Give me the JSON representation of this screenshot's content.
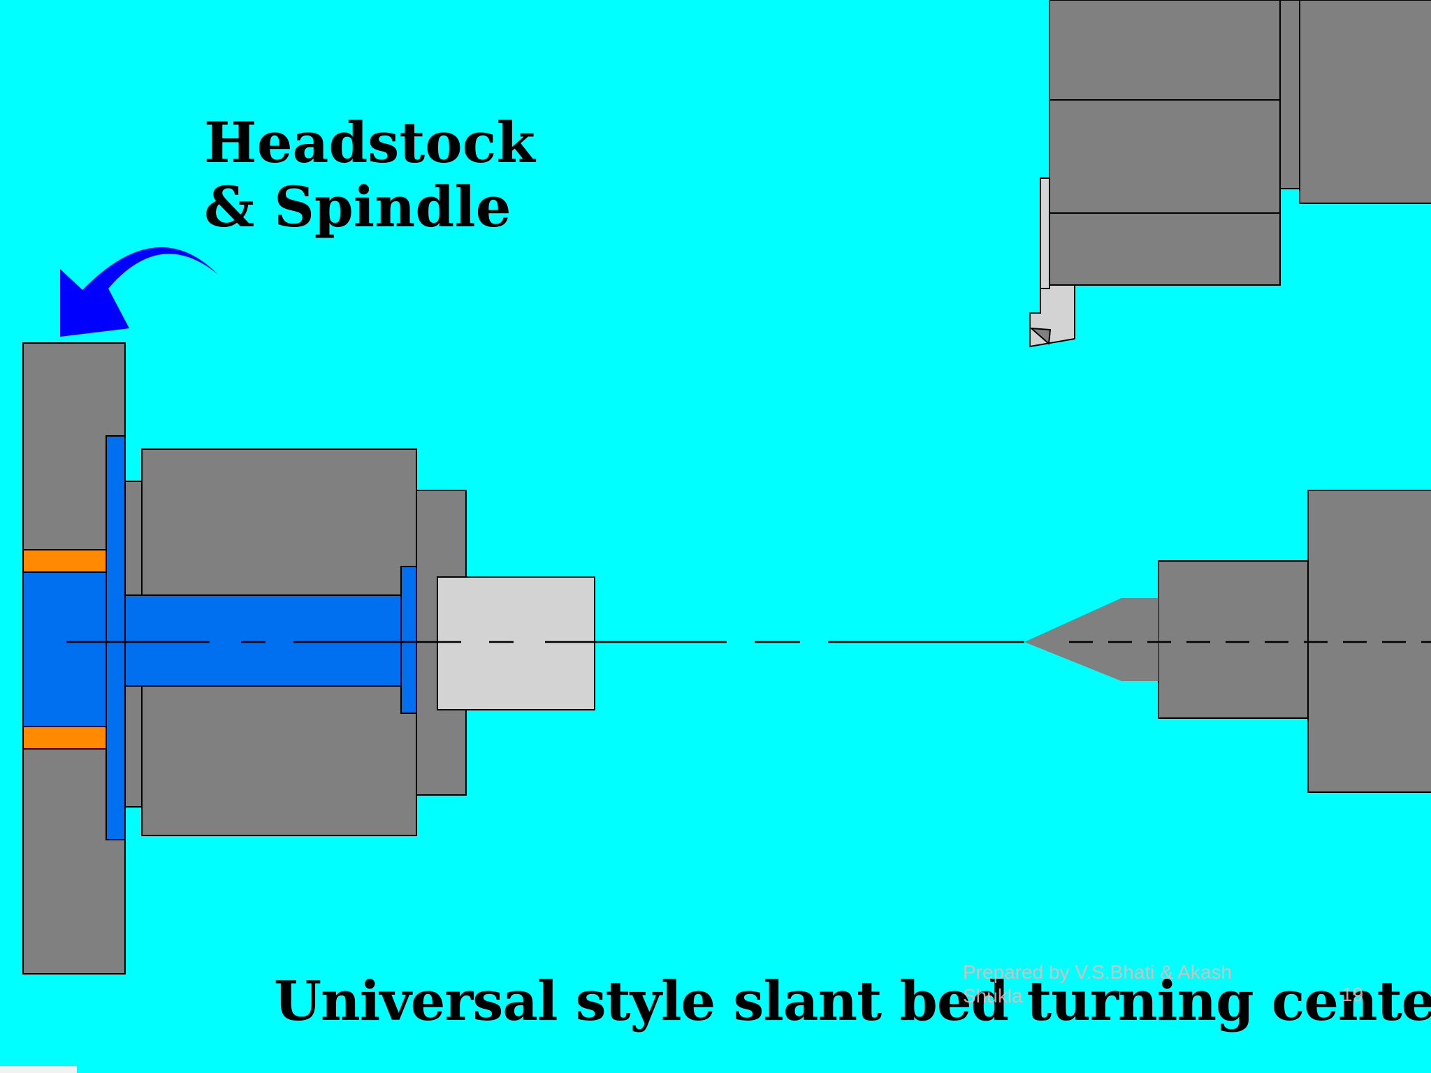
{
  "labels": {
    "headstock_line1": "Headstock",
    "headstock_line2": "& Spindle",
    "slide_title": "Universal style slant bed turning center"
  },
  "footer": {
    "credit": "Prepared by V.S.Bhati & Akash Shukla",
    "page_number": "19"
  },
  "icons": {
    "arrow": "curved-arrow-icon"
  },
  "colors": {
    "background": "#00FFFF",
    "machine_gray": "#808080",
    "spindle_blue": "#0070F0",
    "bearing_orange": "#FF8A00",
    "workpiece_light": "#D3D3D3",
    "arrow_blue": "#0000FF"
  }
}
